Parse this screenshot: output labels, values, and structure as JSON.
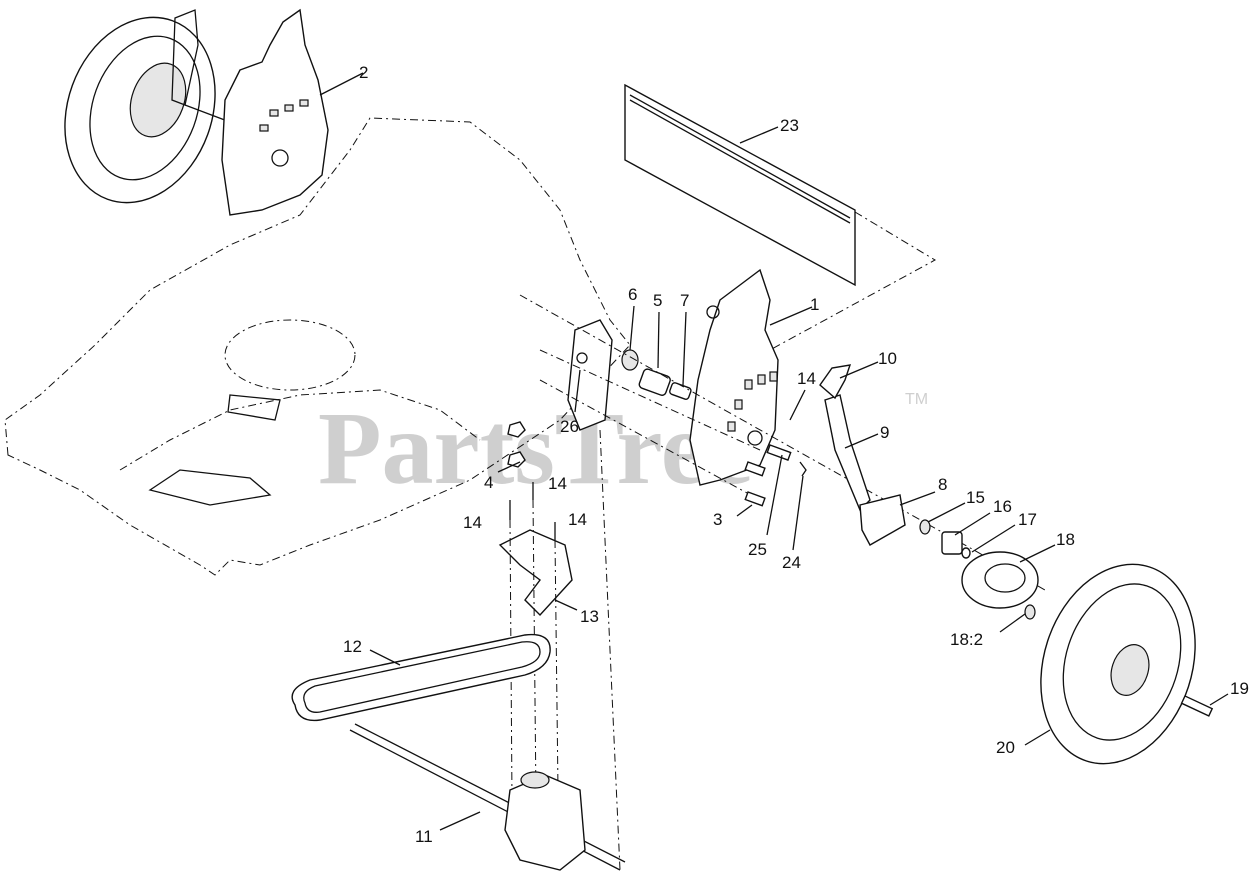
{
  "watermark": {
    "text": "PartsTree",
    "trademark": "TM"
  },
  "callouts": [
    {
      "id": "1",
      "text": "1"
    },
    {
      "id": "2",
      "text": "2"
    },
    {
      "id": "3",
      "text": "3"
    },
    {
      "id": "4",
      "text": "4"
    },
    {
      "id": "5",
      "text": "5"
    },
    {
      "id": "6",
      "text": "6"
    },
    {
      "id": "7",
      "text": "7"
    },
    {
      "id": "8",
      "text": "8"
    },
    {
      "id": "9",
      "text": "9"
    },
    {
      "id": "10",
      "text": "10"
    },
    {
      "id": "11",
      "text": "11"
    },
    {
      "id": "12",
      "text": "12"
    },
    {
      "id": "13",
      "text": "13"
    },
    {
      "id": "14a",
      "text": "14"
    },
    {
      "id": "14b",
      "text": "14"
    },
    {
      "id": "14c",
      "text": "14"
    },
    {
      "id": "14d",
      "text": "14"
    },
    {
      "id": "15",
      "text": "15"
    },
    {
      "id": "16",
      "text": "16"
    },
    {
      "id": "17",
      "text": "17"
    },
    {
      "id": "18",
      "text": "18"
    },
    {
      "id": "18_2",
      "text": "18:2"
    },
    {
      "id": "19",
      "text": "19"
    },
    {
      "id": "20",
      "text": "20"
    },
    {
      "id": "23",
      "text": "23"
    },
    {
      "id": "24",
      "text": "24"
    },
    {
      "id": "25",
      "text": "25"
    },
    {
      "id": "26",
      "text": "26"
    }
  ]
}
